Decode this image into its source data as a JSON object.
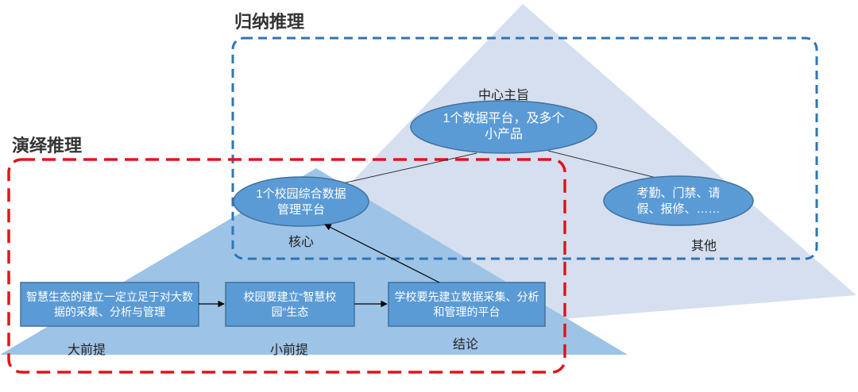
{
  "titles": {
    "inductive": "归纳推理",
    "deductive": "演绎推理"
  },
  "inductive": {
    "central_caption": "中心主旨",
    "central_node": "1个数据平台，及多个小产品",
    "core_node": "1个校园综合数据管理平台",
    "core_caption": "核心",
    "other_node": "考勤、门禁、请假、报修、……",
    "other_caption": "其他"
  },
  "deductive": {
    "major_box": "智慧生态的建立一定立足于对大数据的采集、分析与管理",
    "major_caption": "大前提",
    "minor_box": "校园要建立“智慧校园”生态",
    "minor_caption": "小前提",
    "conclusion_box": "学校要先建立数据采集、分析和管理的平台",
    "conclusion_caption": "结论"
  },
  "colors": {
    "big_triangle": "#d5dff0",
    "small_triangle": "#9dc3e6",
    "node_fill": "#5b9bd5",
    "node_stroke": "#41719c",
    "inductive_border": "#2e75b6",
    "deductive_border": "#e3131b"
  }
}
